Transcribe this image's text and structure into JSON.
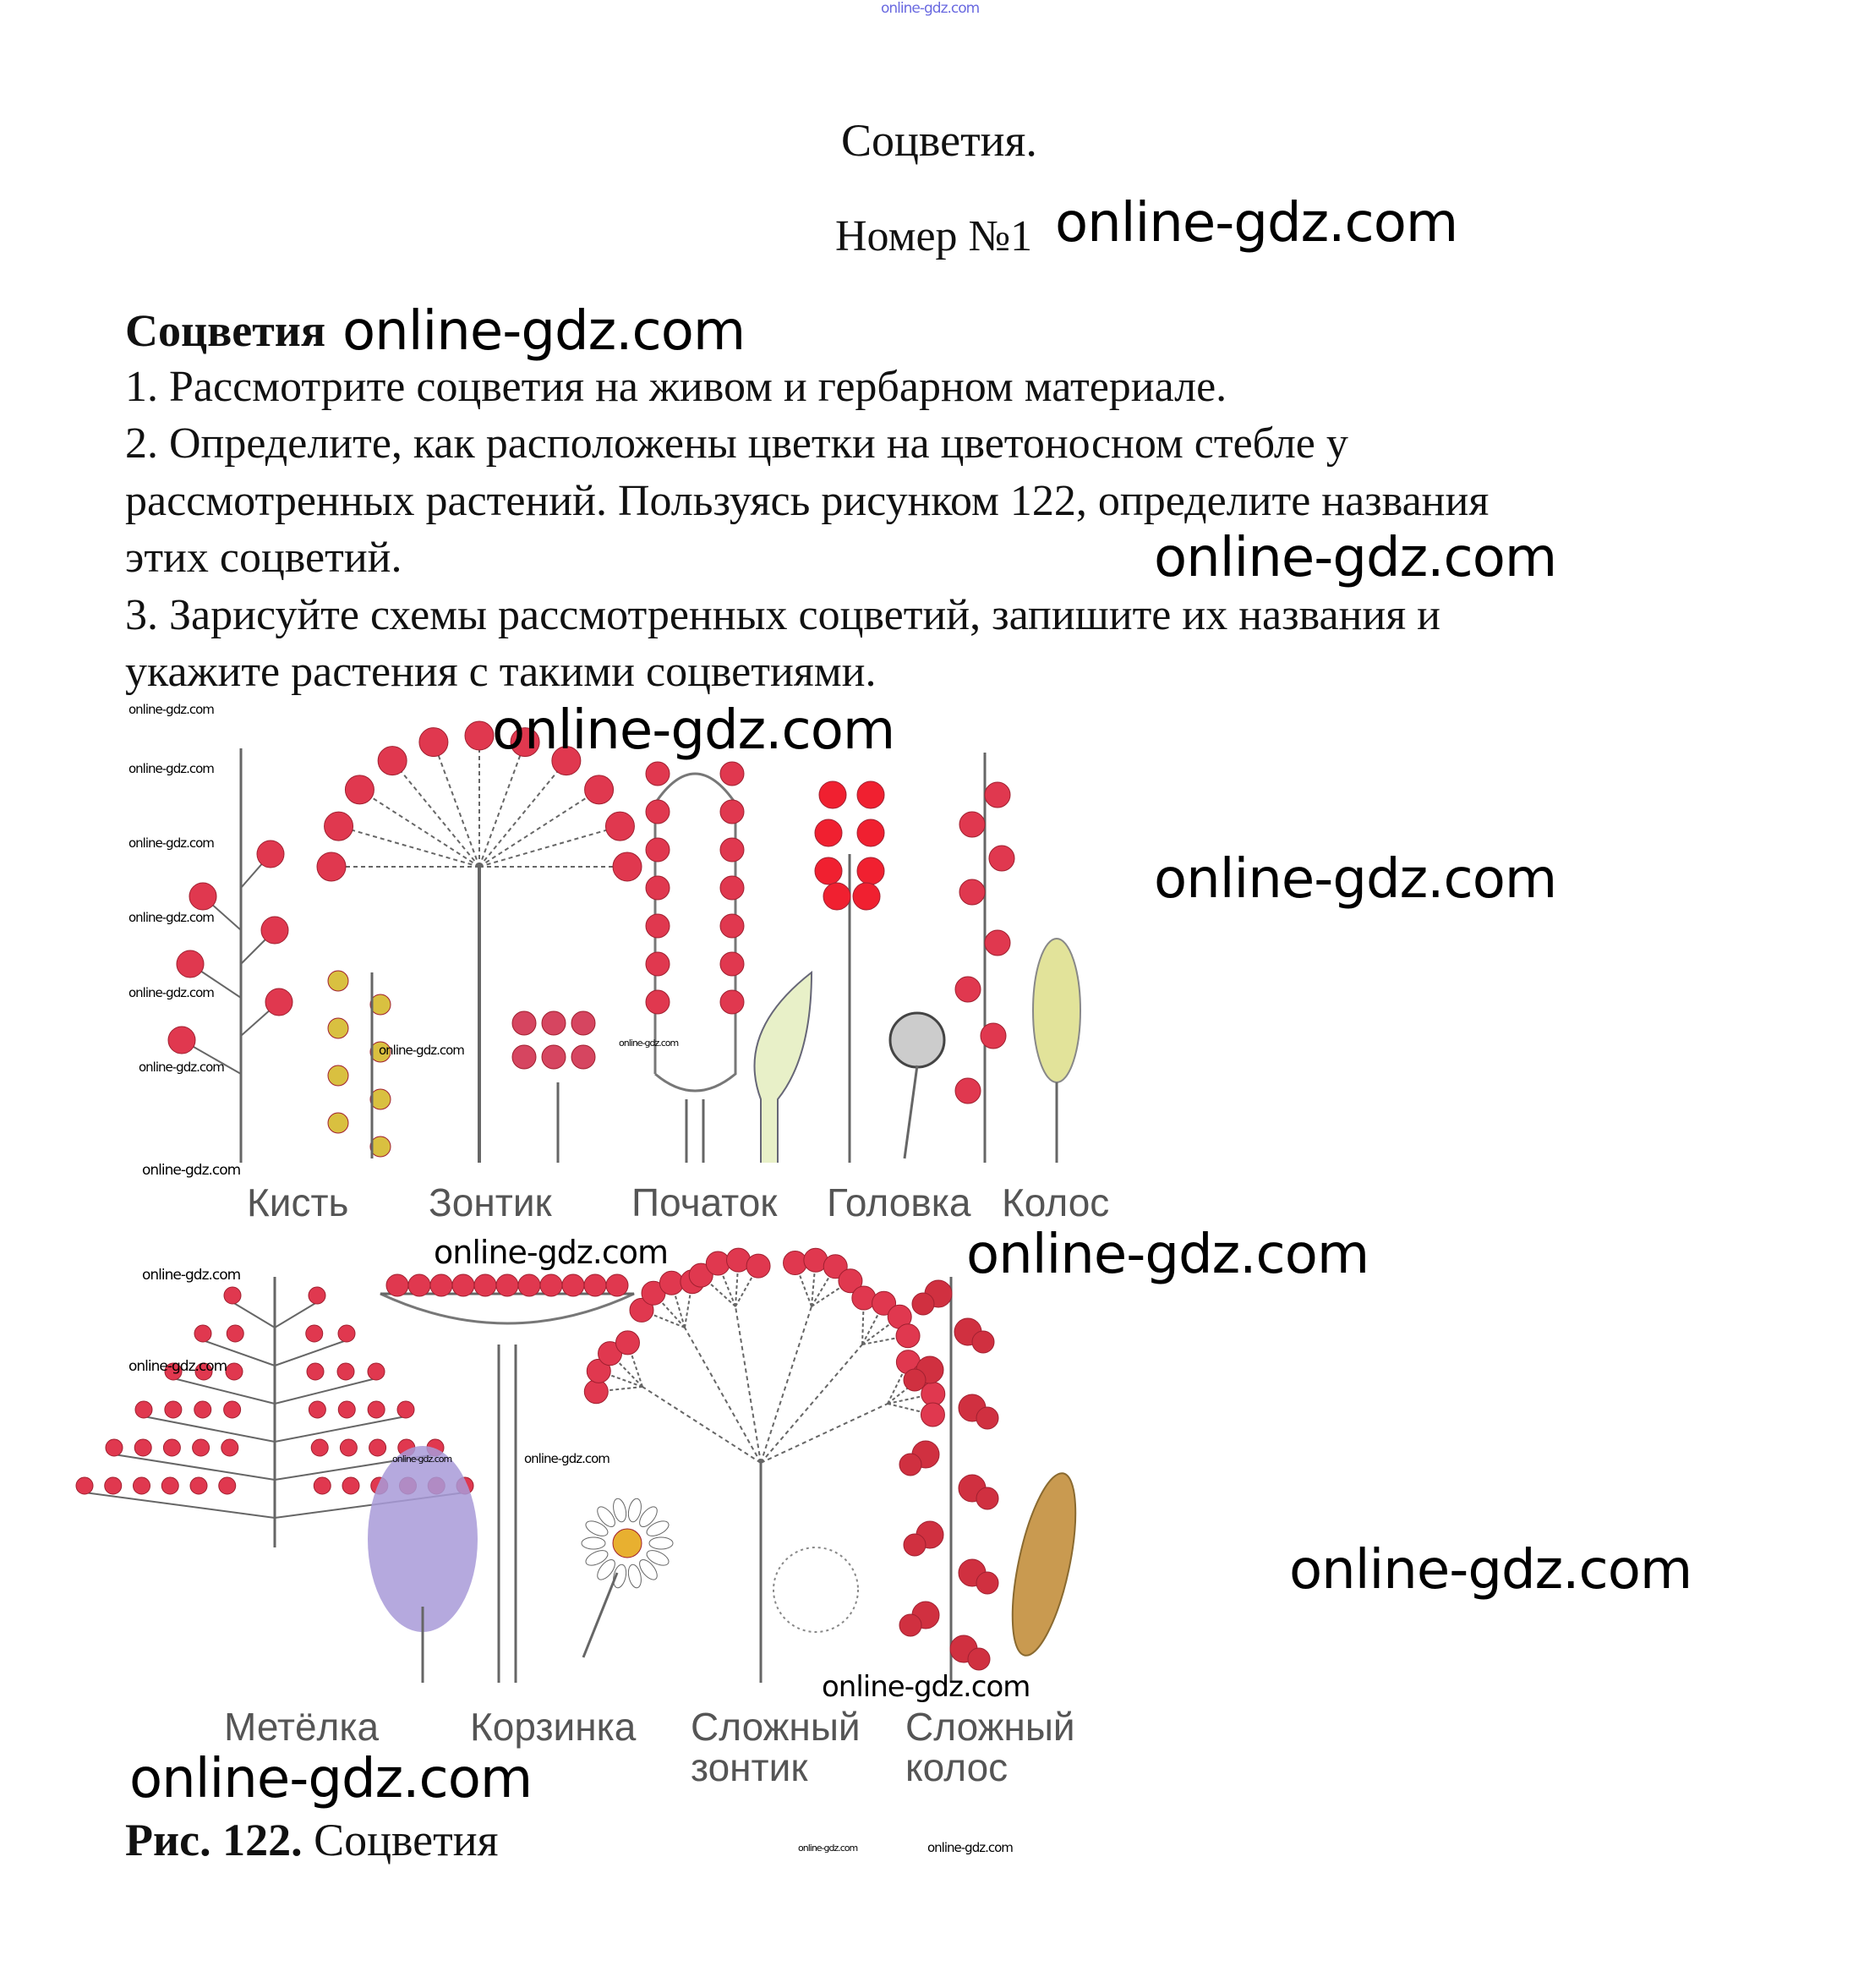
{
  "header": {
    "top_watermark": "online-gdz.com",
    "title": "Соцветия.",
    "number": "Номер №1"
  },
  "content": {
    "heading": "Соцветия",
    "lines": [
      "1. Рассмотрите соцветия на живом и гербарном материале.",
      "2. Определите, как расположены цветки на цветоносном стебле у",
      "рассмотренных растений. Пользуясь рисунком 122, определите названия",
      "этих соцветий.",
      "3. Зарисуйте схемы рассмотренных соцветий, запишите их названия и",
      "укажите растения с такими соцветиями."
    ]
  },
  "figure": {
    "labels_row1": [
      "Кисть",
      "Зонтик",
      "Початок",
      "Головка",
      "Колос"
    ],
    "labels_row2": [
      {
        "line1": "Метёлка",
        "line2": ""
      },
      {
        "line1": "Корзинка",
        "line2": ""
      },
      {
        "line1": "Сложный",
        "line2": "зонтик"
      },
      {
        "line1": "Сложный",
        "line2": "колос"
      }
    ],
    "caption_bold": "Рис. 122.",
    "caption_text": " Соцветия",
    "flower_color": "#e0384f"
  },
  "watermark": "online-gdz.com"
}
